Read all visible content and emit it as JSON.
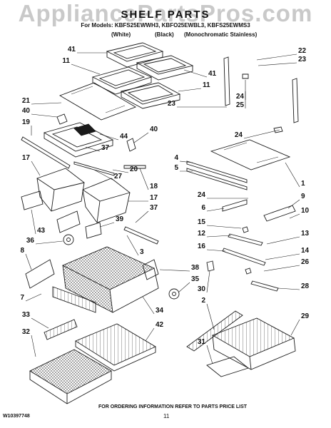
{
  "watermark": "AppliancePartsPros.com",
  "header": {
    "title": "SHELF PARTS",
    "models": "For Models: KBFS25EWWH3, KBFO25EWBL3, KBFS25EWMS3",
    "finishes": [
      "(White)",
      "(Black)",
      "(Monochromatic Stainless)"
    ]
  },
  "callouts": [
    "41",
    "11",
    "41",
    "11",
    "21",
    "40",
    "19",
    "44",
    "37",
    "40",
    "17",
    "20",
    "27",
    "18",
    "43",
    "17",
    "37",
    "39",
    "36",
    "3",
    "8",
    "7",
    "38",
    "35",
    "34",
    "33",
    "42",
    "32",
    "22",
    "23",
    "24",
    "25",
    "23",
    "24",
    "4",
    "5",
    "1",
    "9",
    "24",
    "6",
    "10",
    "15",
    "12",
    "13",
    "16",
    "14",
    "26",
    "30",
    "28",
    "2",
    "29",
    "31"
  ],
  "footer": {
    "doc_number": "W10397748",
    "note": "FOR ORDERING INFORMATION REFER TO PARTS PRICE LIST",
    "page": "11"
  },
  "colors": {
    "line": "#1a1a1a",
    "watermark": "#c9c9c9",
    "background": "#ffffff"
  }
}
